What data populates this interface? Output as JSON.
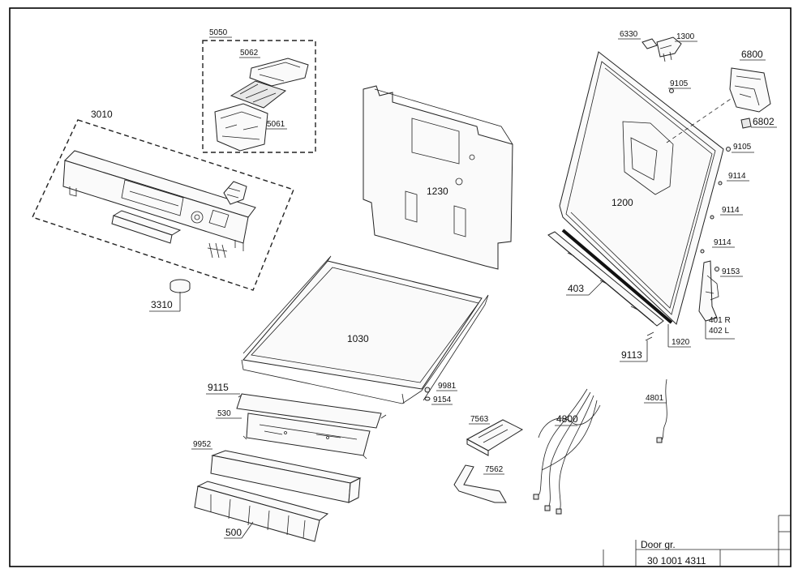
{
  "part_labels": {
    "p5050": "5050",
    "p5062": "5062",
    "p5061": "5061",
    "p3010": "3010",
    "p3310": "3310",
    "p1230": "1230",
    "p1030": "1030",
    "p6330": "6330",
    "p1300": "1300",
    "p6800": "6800",
    "p9105a": "9105",
    "p6802": "6802",
    "p9105b": "9105",
    "p1200": "1200",
    "p9114a": "9114",
    "p9114b": "9114",
    "p9114c": "9114",
    "p9153": "9153",
    "p403": "403",
    "p401": "401 R",
    "p402": "402 L",
    "p1920": "1920",
    "p9113": "9113",
    "p9981": "9981",
    "p9154": "9154",
    "p9115": "9115",
    "p530": "530",
    "p9952": "9952",
    "p500": "500",
    "p7563": "7563",
    "p7562": "7562",
    "p4800": "4800",
    "p4801": "4801"
  },
  "title_block": {
    "group_label": "Door gr.",
    "drawing_number": "30 1001 4311"
  }
}
